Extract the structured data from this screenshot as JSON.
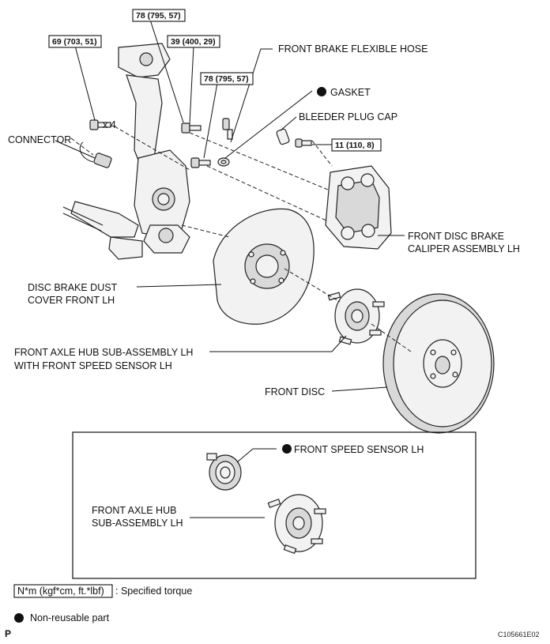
{
  "labels": {
    "front_brake_flexible_hose": "FRONT BRAKE FLEXIBLE HOSE",
    "gasket": "GASKET",
    "bleeder_plug_cap": "BLEEDER PLUG CAP",
    "connector": "CONNECTOR",
    "caliper_line1": "FRONT DISC BRAKE",
    "caliper_line2": "CALIPER ASSEMBLY LH",
    "dust_cover_line1": "DISC BRAKE DUST",
    "dust_cover_line2": "COVER FRONT LH",
    "hub_line1": "FRONT AXLE HUB SUB-ASSEMBLY LH",
    "hub_line2": "WITH FRONT SPEED SENSOR LH",
    "front_disc": "FRONT DISC",
    "speed_sensor": "FRONT SPEED SENSOR LH",
    "inset_hub_line1": "FRONT AXLE HUB",
    "inset_hub_line2": "SUB-ASSEMBLY LH",
    "times_four": "x 4"
  },
  "torques": {
    "t69": "69 (703, 51)",
    "t78_top": "78 (795, 57)",
    "t39": "39 (400, 29)",
    "t78_mid": "78 (795, 57)",
    "t11": "11 (110, 8)"
  },
  "legend": {
    "torque_unit": "N*m (kgf*cm, ft.*lbf)",
    "torque_text": ": Specified torque",
    "non_reusable": "Non-reusable part"
  },
  "footer": {
    "page_mark": "P",
    "figure_code": "C105661E02"
  }
}
